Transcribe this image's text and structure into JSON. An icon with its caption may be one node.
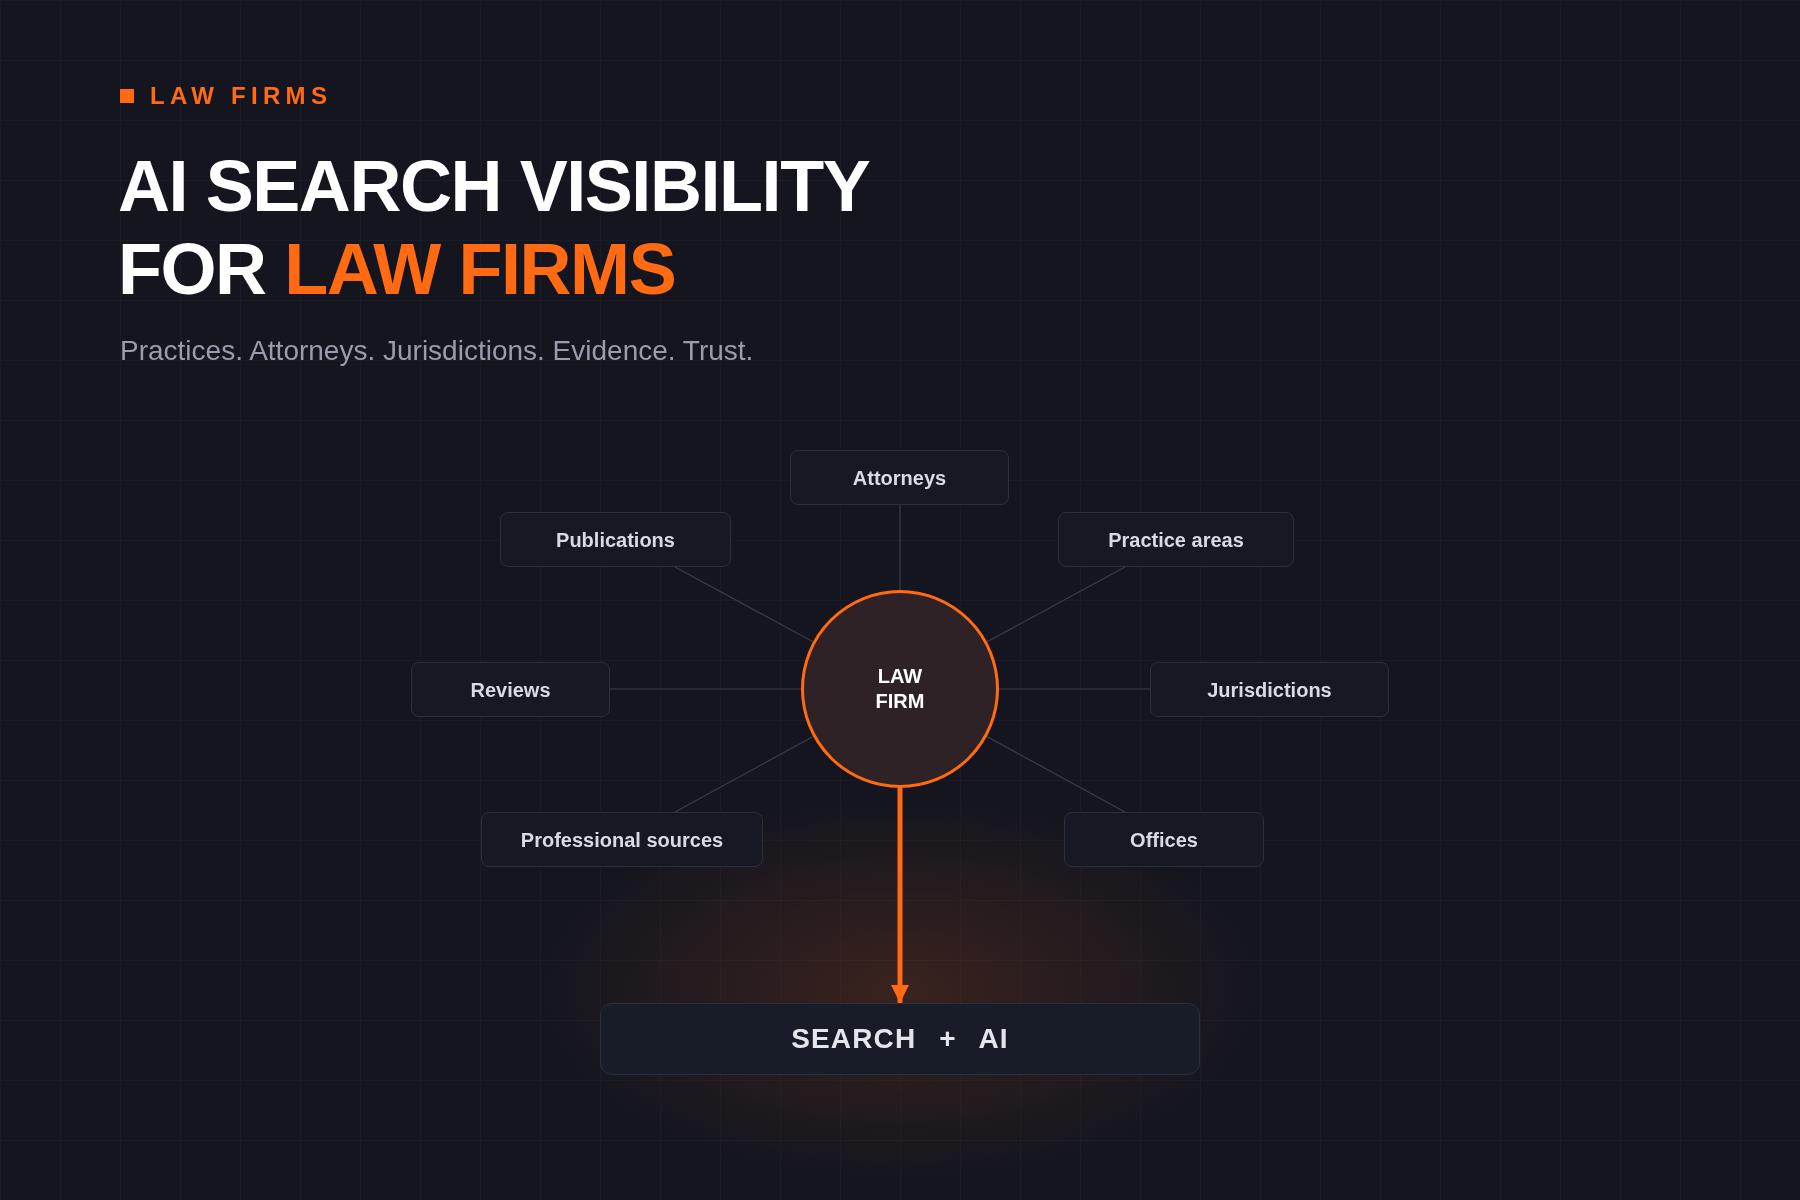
{
  "diagram": {
    "title": "AI SEARCH VISIBILITY FOR **LAW FIRMS**",
    "nodes": [
      {
        "text": [
          "Attorneys"
        ]
      },
      {
        "text": [
          "Publications"
        ]
      },
      {
        "text": [
          "Practice areas"
        ]
      },
      {
        "text": [
          "LAW FIRM"
        ]
      },
      {
        "text": [
          "Reviews"
        ]
      },
      {
        "text": [
          "Jurisdictions"
        ]
      },
      {
        "text": [
          "Professional sources"
        ]
      },
      {
        "text": [
          "Offices"
        ]
      },
      {
        "text": [
          "SEARCH + AI"
        ]
      }
    ],
    "edges": [
      {
        "from": 3,
        "to": 0,
        "arrow": "none"
      },
      {
        "from": 3,
        "to": 1,
        "arrow": "none"
      },
      {
        "from": 3,
        "to": 2,
        "arrow": "none"
      },
      {
        "from": 3,
        "to": 4,
        "arrow": "none"
      },
      {
        "from": 3,
        "to": 5,
        "arrow": "none"
      },
      {
        "from": 3,
        "to": 6,
        "arrow": "none"
      },
      {
        "from": 3,
        "to": 7,
        "arrow": "none"
      },
      {
        "from": 3,
        "to": 8,
        "arrow": "to",
        "style": "thick",
        "color": "#ff6a13"
      }
    ],
    "labels": [
      "LAW FIRMS",
      "Practices. Attorneys. Jurisdictions. Evidence. Trust."
    ]
  }
}
